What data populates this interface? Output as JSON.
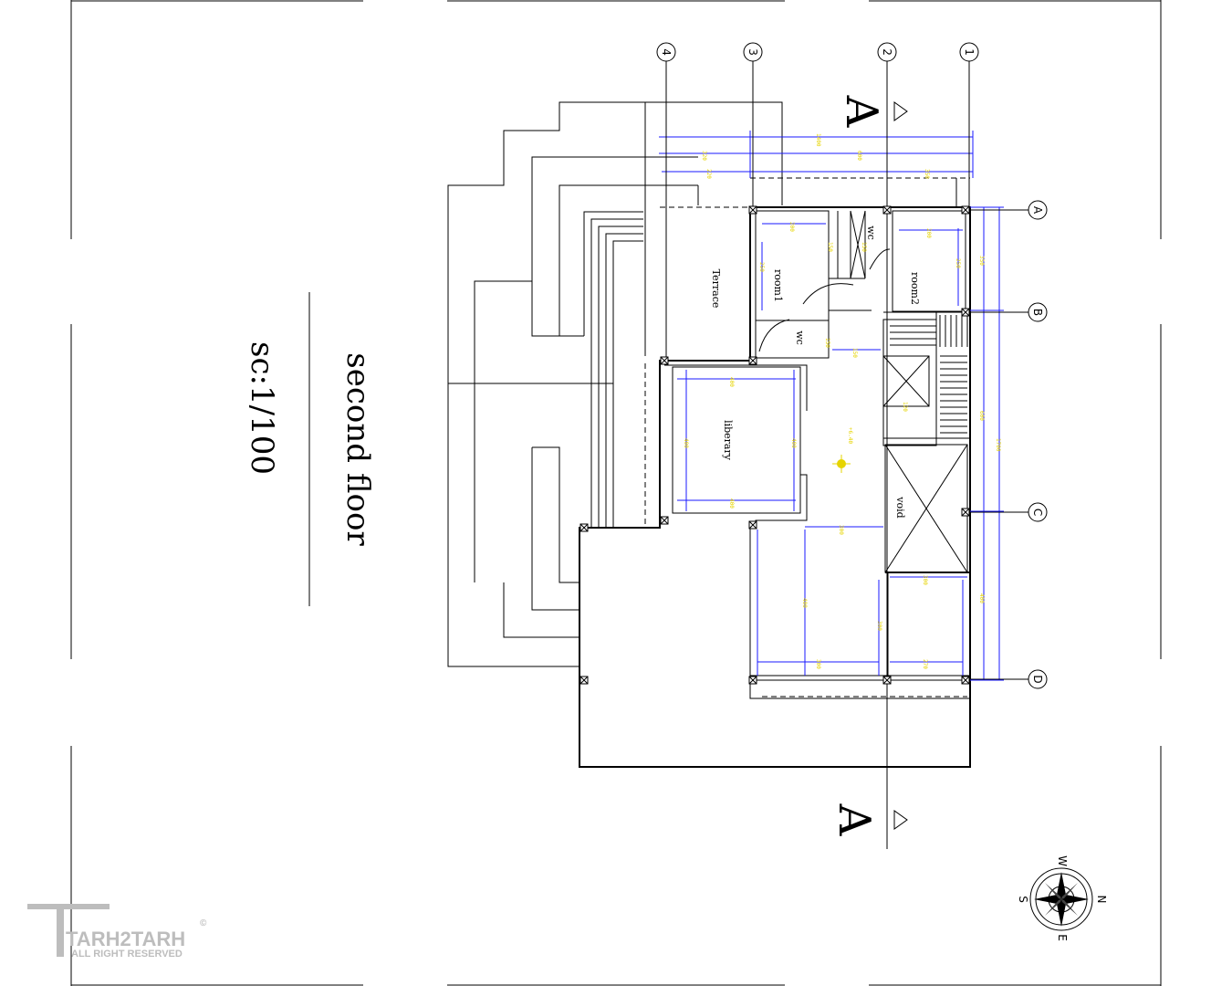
{
  "drawing": {
    "title": "second floor",
    "scale": "sc:1/100"
  },
  "rooms": {
    "terrace": "Terrace",
    "room1": "room1",
    "room2": "room2",
    "wc_a": "wc",
    "wc_b": "wc",
    "library": "liberary",
    "void": "void"
  },
  "grid": {
    "columns": [
      "1",
      "2",
      "3",
      "4"
    ],
    "rows": [
      "A",
      "B",
      "C",
      "D"
    ]
  },
  "section": {
    "mark_top": "A",
    "mark_bottom": "A"
  },
  "compass": {
    "n": "N",
    "s": "S",
    "e": "E",
    "w": "W"
  },
  "watermark": {
    "brand": "TARH2TARH",
    "rights": "ALL RIGHT RESERVED",
    "symbol": "©"
  },
  "colors": {
    "lines": "#000000",
    "dimensions": "#1a1aff",
    "dimension_text": "#e6d400"
  }
}
